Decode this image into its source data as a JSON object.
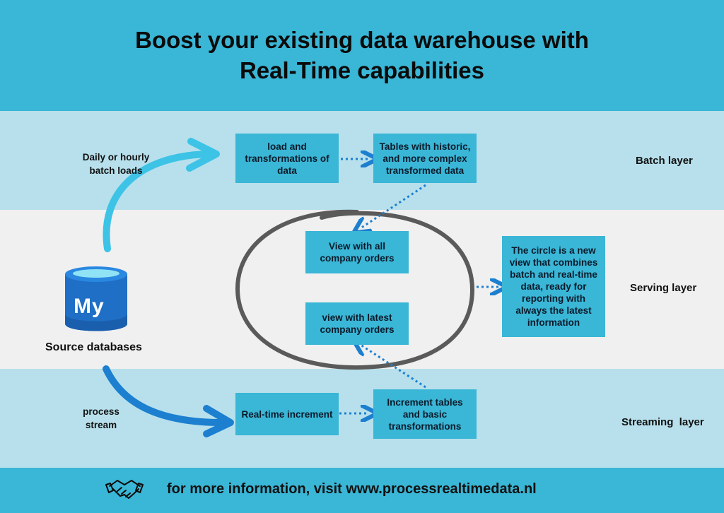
{
  "title": {
    "line1": "Boost your existing data warehouse with",
    "line2": "Real-Time capabilities"
  },
  "layers": {
    "batch": "Batch layer",
    "serving": "Serving layer",
    "streaming": "Streaming  layer"
  },
  "boxes": {
    "load_transform": "load and transformations of data",
    "historic_tables": "Tables with historic, and more complex transformed data",
    "view_all_orders": "View with all company orders",
    "view_latest_orders": "view with latest company orders",
    "realtime_increment": "Real-time increment",
    "increment_tables": "Increment tables and basic transformations",
    "circle_note": "The circle is a new view that combines batch and real-time data, ready for reporting with always the latest information"
  },
  "source": {
    "logo_text": "My",
    "label": "Source databases",
    "batch_loads": "Daily or hourly batch loads",
    "process_stream": "process stream"
  },
  "footer": {
    "text": "for more information, visit www.processrealtimedata.nl",
    "icon": "handshake-icon"
  },
  "colors": {
    "header": "#3ab6d6",
    "band_light": "#b7e0ec",
    "band_gray": "#f0f0f0",
    "box": "#3ab6d6",
    "arrow_light": "#3cc3e6",
    "arrow_dark": "#1c7fcf",
    "dotted": "#1c7fcf",
    "circle": "#5a5a5a"
  }
}
